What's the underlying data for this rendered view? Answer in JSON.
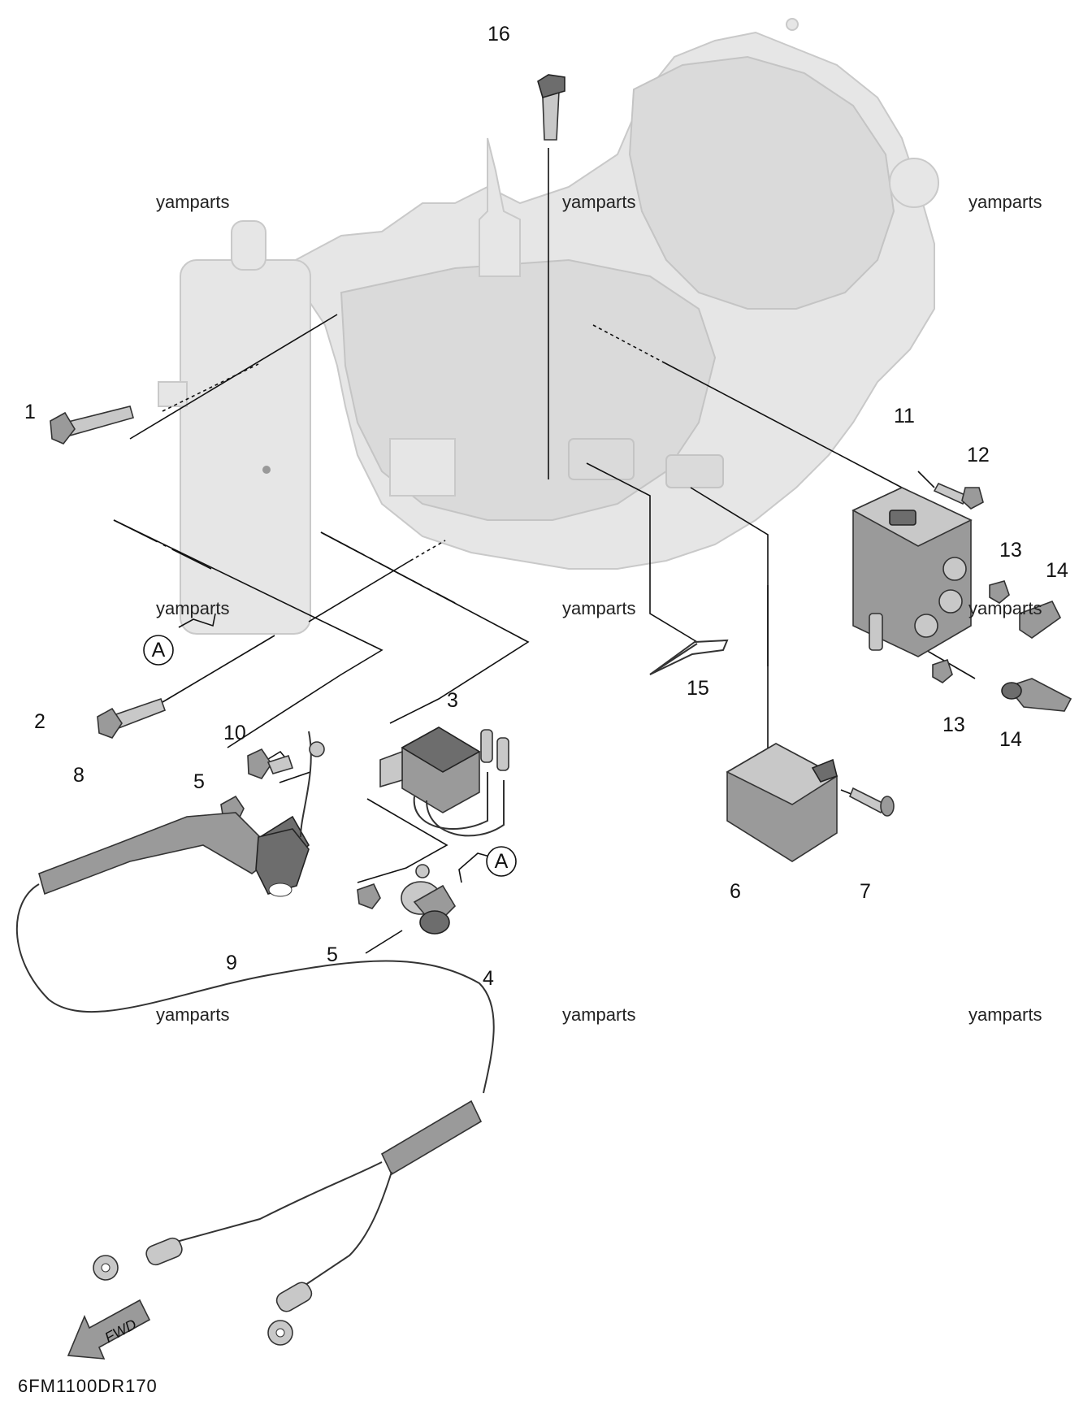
{
  "callouts": {
    "n1": "1",
    "n2": "2",
    "n3": "3",
    "n4": "4",
    "n5a": "5",
    "n5b": "5",
    "n6": "6",
    "n7": "7",
    "n8": "8",
    "n9": "9",
    "n10": "10",
    "n11": "11",
    "n12": "12",
    "n13a": "13",
    "n13b": "13",
    "n14a": "14",
    "n14b": "14",
    "n15": "15",
    "n16": "16"
  },
  "markers": {
    "a1": "A",
    "a2": "A"
  },
  "watermarks": [
    "yamparts",
    "yamparts",
    "yamparts",
    "yamparts",
    "yamparts",
    "yamparts",
    "yamparts",
    "yamparts",
    "yamparts"
  ],
  "direction_arrow": {
    "label": "FWD",
    "icon": "fwd-arrow-icon"
  },
  "diagram_code": "6FM1100DR170",
  "colors": {
    "engine_fill": "#e6e6e6",
    "part_fill": "#9a9a9a",
    "line": "#111111"
  }
}
